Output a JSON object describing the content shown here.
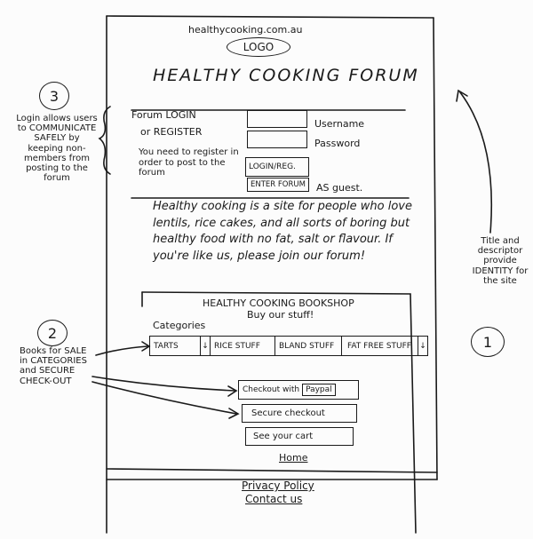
{
  "site": {
    "url": "healthycooking.com.au",
    "logo": "LOGO",
    "title": "HEALTHY COOKING FORUM"
  },
  "login": {
    "label_line1": "Forum LOGIN",
    "label_line2": "or REGISTER",
    "username_label": "Username",
    "password_label": "Password",
    "register_note": "You need to register in order to post to the forum",
    "login_button": "LOGIN/REG.",
    "guest_button": "ENTER FORUM",
    "guest_suffix": "AS guest."
  },
  "description": "Healthy cooking is a site for people who love lentils, rice cakes, and all sorts of boring but healthy food with no fat, salt or flavour. If you're like us, please join our forum!",
  "bookshop": {
    "title": "HEALTHY COOKING BOOKSHOP",
    "subtitle": "Buy our stuff!",
    "categories_label": "Categories",
    "categories": [
      "TARTS",
      "RICE STUFF",
      "BLAND STUFF",
      "FAT FREE STUFF"
    ],
    "checkout_paypal": "Checkout with",
    "paypal": "Paypal",
    "secure_checkout": "Secure checkout",
    "see_cart": "See your cart"
  },
  "footer": {
    "home": "Home",
    "privacy": "Privacy Policy",
    "contact": "Contact us"
  },
  "annotations": {
    "n3": "3",
    "note3": "Login allows users to COMMUNICATE SAFELY by keeping non-members from posting to the forum",
    "n2": "2",
    "note2": "Books for SALE in CATEGORIES and SECURE CHECK-OUT",
    "n1": "1",
    "note1": "Title and descriptor provide IDENTITY for the site"
  }
}
